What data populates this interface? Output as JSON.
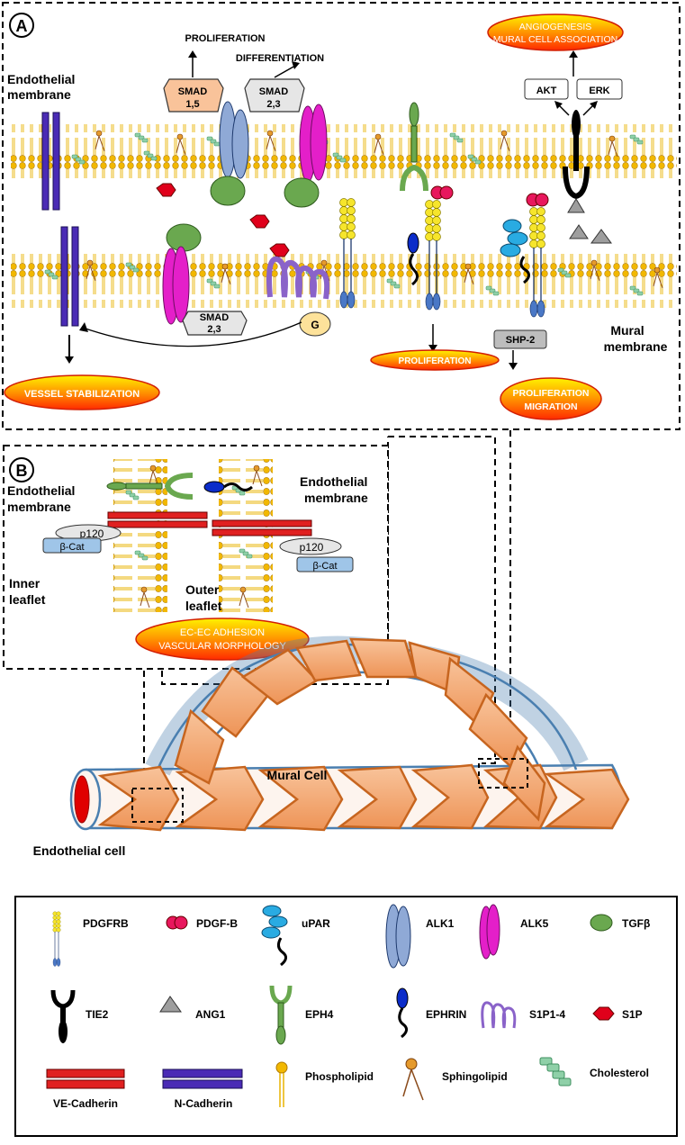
{
  "panel_a": {
    "badge": "A",
    "endothelial_membrane": [
      "Endothelial",
      "membrane"
    ],
    "mural_membrane": [
      "Mural",
      "membrane"
    ],
    "proliferation_top": "PROLIFERATION",
    "differentiation_top": "DIFFERENTIATION",
    "smad15": [
      "SMAD",
      "1,5"
    ],
    "smad23_top": [
      "SMAD",
      "2,3"
    ],
    "smad23_bottom": [
      "SMAD",
      "2,3"
    ],
    "g_protein": "G",
    "akt": "AKT",
    "erk": "ERK",
    "shp2": "SHP-2",
    "angiogenesis": [
      "ANGIOGENESIS",
      "MURAL CELL ASSOCIATION"
    ],
    "vessel_stabilization": "VESSEL STABILIZATION",
    "proliferation_pill": "PROLIFERATION",
    "proliferation_migration": [
      "PROLIFERATION",
      "MIGRATION"
    ]
  },
  "panel_b": {
    "badge": "B",
    "endothelial_left": [
      "Endothelial",
      "membrane"
    ],
    "endothelial_right": [
      "Endothelial",
      "membrane"
    ],
    "p120_left": "p120",
    "bcat_left": "β-Cat",
    "p120_right": "p120",
    "bcat_right": "β-Cat",
    "inner_leaflet": [
      "Inner",
      "leaflet"
    ],
    "outer_leaflet": [
      "Outer",
      "leaflet"
    ],
    "adhesion": [
      "EC-EC ADHESION",
      "VASCULAR MORPHOLOGY"
    ]
  },
  "vessel": {
    "mural_cell": "Mural Cell",
    "endothelial_cell": "Endothelial cell"
  },
  "legend": {
    "items": [
      {
        "label": "PDGFRB",
        "icon": "pdgfrb-icon"
      },
      {
        "label": "PDGF-B",
        "icon": "pdgf-b-icon"
      },
      {
        "label": "uPAR",
        "icon": "upar-icon"
      },
      {
        "label": "ALK1",
        "icon": "alk1-icon"
      },
      {
        "label": "ALK5",
        "icon": "alk5-icon"
      },
      {
        "label": "TGFβ",
        "icon": "tgfb-icon"
      },
      {
        "label": "TIE2",
        "icon": "tie2-icon"
      },
      {
        "label": "ANG1",
        "icon": "ang1-icon"
      },
      {
        "label": "EPH4",
        "icon": "eph4-icon"
      },
      {
        "label": "EPHRIN",
        "icon": "ephrin-icon"
      },
      {
        "label": "S1P1-4",
        "icon": "s1p1-4-icon"
      },
      {
        "label": "S1P",
        "icon": "s1p-icon"
      },
      {
        "label": "VE-Cadherin",
        "icon": "ve-cadherin-icon"
      },
      {
        "label": "N-Cadherin",
        "icon": "n-cadherin-icon"
      },
      {
        "label": "Phospholipid",
        "icon": "phospholipid-icon"
      },
      {
        "label": "Sphingolipid",
        "icon": "sphingolipid-icon"
      },
      {
        "label": "Cholesterol",
        "icon": "cholesterol-icon"
      }
    ]
  },
  "colors": {
    "pill_fill_start": "#fff200",
    "pill_fill_end": "#ff3d00",
    "mural": "#f4a46a",
    "mural_stroke": "#c7651f",
    "vessel_stroke": "#4a7fb0",
    "lipid_head": "#f2b800",
    "pdgfrb": "#f6e52c",
    "pdgfb": "#e8175d",
    "upar": "#29abe2",
    "alk1": "#8fa9d6",
    "alk5": "#e41fc9",
    "tgfb": "#6aa84f",
    "eph4": "#6aa84f",
    "ephrin": "#0b2cc9",
    "s1p14": "#8a63c9",
    "s1p": "#e0001b",
    "ve_cadherin": "#e02020",
    "n_cadherin": "#4a2bb5",
    "smad15": "#f9c39a",
    "smad23": "#e6e6e6"
  }
}
